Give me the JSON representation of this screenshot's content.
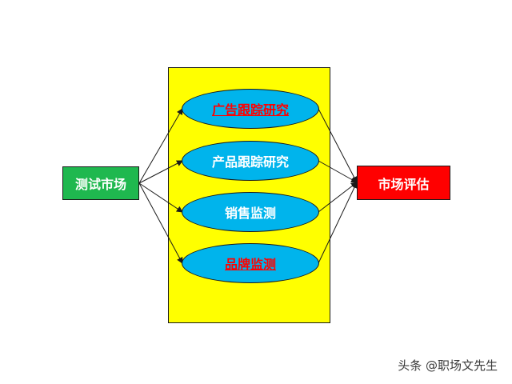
{
  "diagram": {
    "source": {
      "label": "测试市场",
      "fill": "#1fb84f"
    },
    "target": {
      "label": "市场评估",
      "fill": "#ff0000"
    },
    "panel_fill": "#ffff00",
    "ellipse_fill": "#00b4ec",
    "nodes": [
      {
        "label": "广告跟踪研究",
        "text_color": "#ff0000",
        "underlined": true
      },
      {
        "label": "产品跟踪研究",
        "text_color": "#ffffff",
        "underlined": false
      },
      {
        "label": "销售监测",
        "text_color": "#ffffff",
        "underlined": false
      },
      {
        "label": "品牌监测",
        "text_color": "#ff0000",
        "underlined": true
      }
    ]
  },
  "watermark": {
    "text": "头条 @职场文先生"
  }
}
